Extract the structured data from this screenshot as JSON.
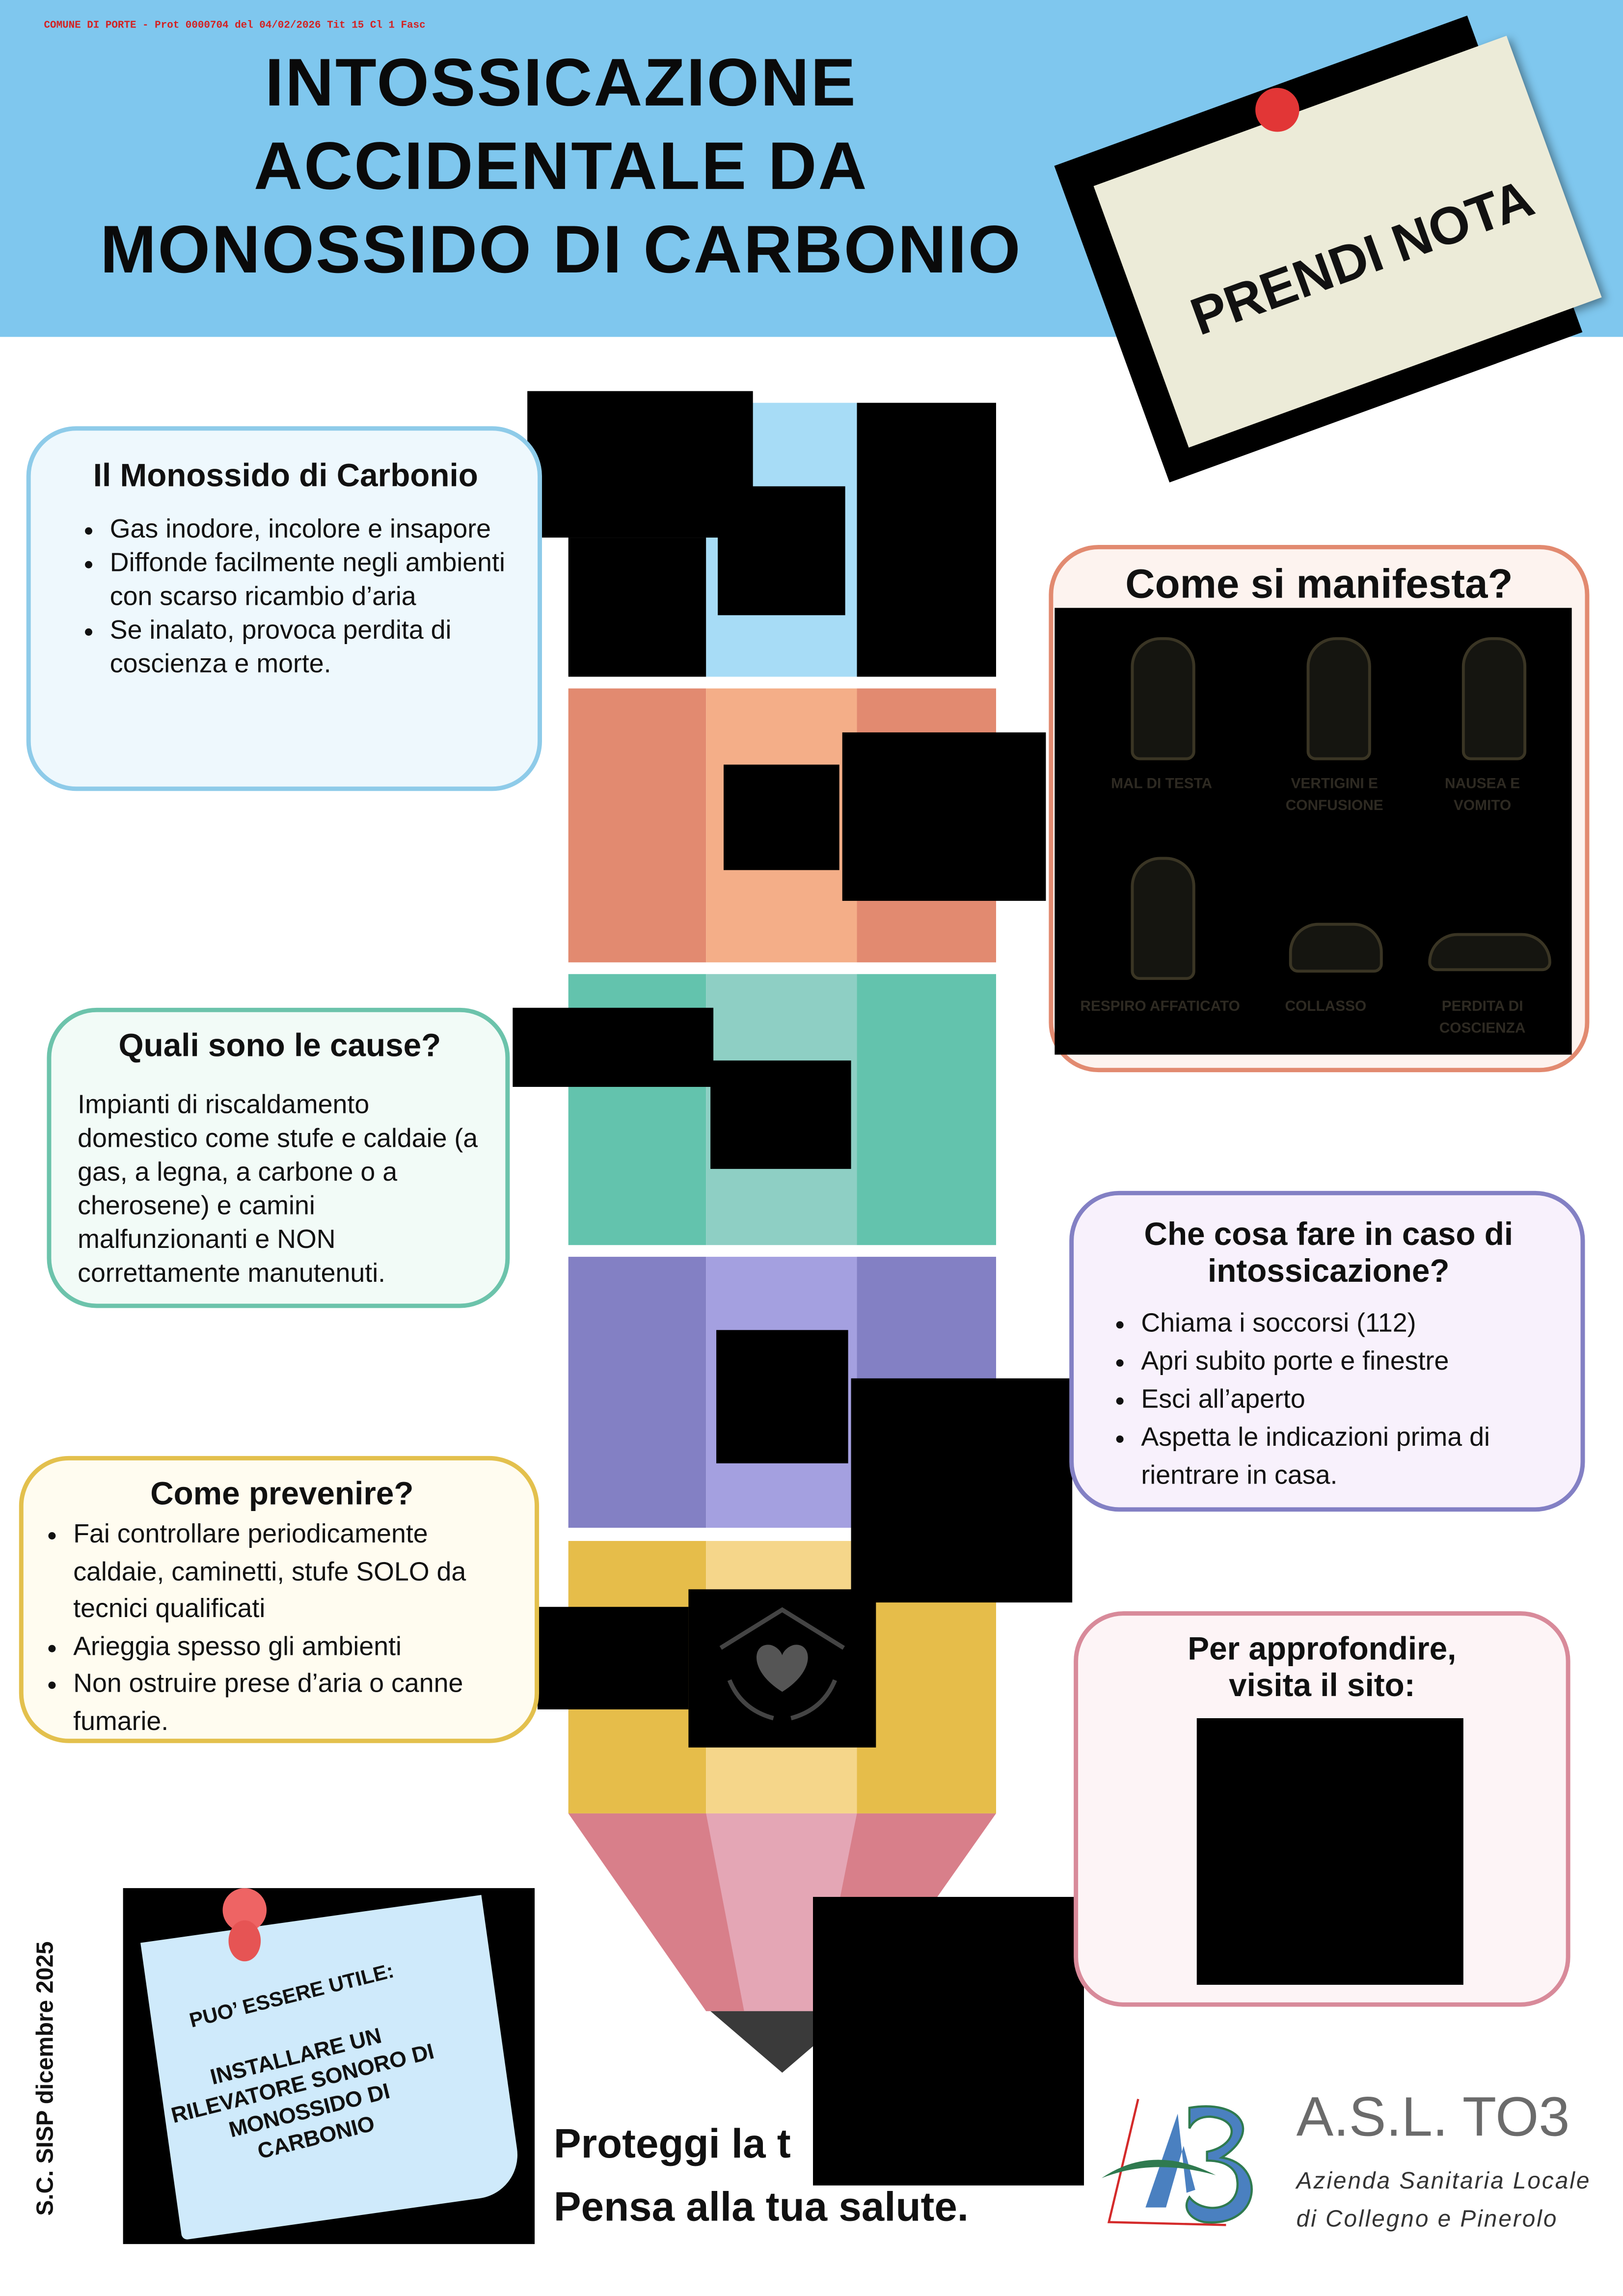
{
  "stamp": "COMUNE DI PORTE - Prot 0000704 del 04/02/2026 Tit 15 Cl 1 Fasc",
  "title": [
    "INTOSSICAZIONE",
    "ACCIDENTALE DA",
    "MONOSSIDO DI CARBONIO"
  ],
  "note_top": "PRENDI NOTA",
  "monossido": {
    "title": "Il Monossido di Carbonio",
    "items": [
      "Gas inodore, incolore e insapore",
      "Diffonde facilmente negli ambienti con scarso ricambio d’aria",
      "Se inalato, provoca perdita di coscienza e morte."
    ]
  },
  "cause": {
    "title": "Quali sono le cause?",
    "text": "Impianti di riscaldamento domestico come stufe e caldaie (a gas, a legna, a carbone o a cherosene) e camini malfunzionanti e NON correttamente manutenuti."
  },
  "prevenire": {
    "title": "Come prevenire?",
    "items": [
      "Fai controllare periodicamente caldaie, caminetti, stufe SOLO da tecnici qualificati",
      "Arieggia spesso gli ambienti",
      "Non ostruire prese d’aria o canne fumarie."
    ]
  },
  "manifesta": {
    "title": "Come si manifesta?",
    "symptoms": [
      "MAL DI TESTA",
      "VERTIGINI E CONFUSIONE",
      "NAUSEA E VOMITO",
      "RESPIRO AFFATICATO",
      "COLLASSO",
      "PERDITA DI COSCIENZA"
    ]
  },
  "cosa_fare": {
    "title": "Che cosa fare in caso di intossicazione?",
    "items": [
      "Chiama i soccorsi (112)",
      "Apri subito porte e finestre",
      "Esci all’aperto",
      "Aspetta le indicazioni prima di rientrare in casa."
    ]
  },
  "approfondire": {
    "title": "Per approfondire, visita il sito:"
  },
  "utile_note": {
    "heading": "PUO’ ESSERE UTILE:",
    "text": "INSTALLARE UN RILEVATORE SONORO DI MONOSSIDO DI CARBONIO"
  },
  "side_credit": "S.C. SISP dicembre 2025",
  "slogan": [
    "Proteggi la t",
    "Pensa alla tua salute."
  ],
  "logo": {
    "name": "A.S.L. TO3",
    "line1": "Azienda Sanitaria Locale",
    "line2": "di Collegno e Pinerolo"
  },
  "colors": {
    "header": "#7fc7ee",
    "orange": "#e28a70",
    "teal": "#63c3ad",
    "purple": "#8380c4",
    "yellow": "#e6bd4a",
    "pink": "#d88a9a"
  }
}
